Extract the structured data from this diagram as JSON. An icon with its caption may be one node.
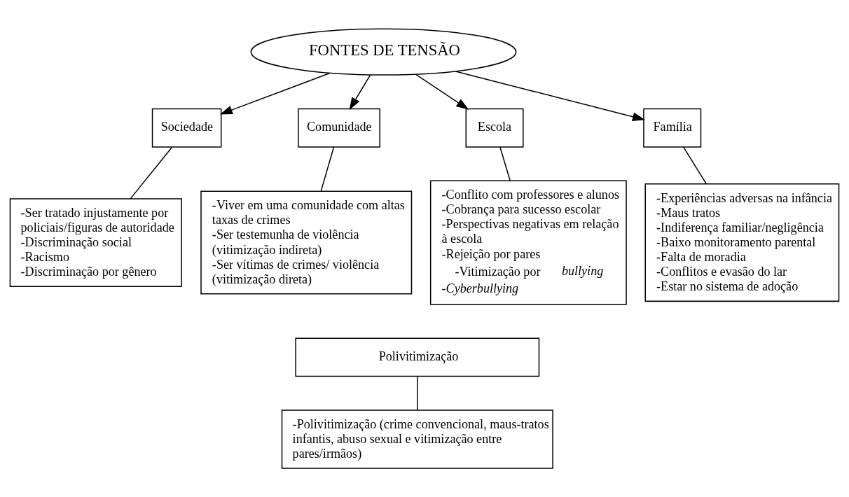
{
  "diagram": {
    "nodes": [
      {
        "text": [
          "FONTES DE TENSÃO"
        ]
      },
      {
        "text": [
          "Sociedade"
        ]
      },
      {
        "text": [
          "Comunidade"
        ]
      },
      {
        "text": [
          "Escola"
        ]
      },
      {
        "text": [
          "Família"
        ]
      },
      {
        "text": [
          "-Ser tratado injustamente por policiais/figuras de autoridade",
          "-Discriminação social",
          "-Racismo",
          "-Discriminação por gênero"
        ]
      },
      {
        "text": [
          "-Viver em uma comunidade com altas taxas de crimes",
          "-Ser testemunha de violência (vitimização indireta)",
          "-Ser vítimas de crimes/ violência (vitimização direta)"
        ]
      },
      {
        "text": [
          "-Conflito com professores e alunos",
          "-Cobrança para sucesso escolar",
          "-Perspectivas negativas em relação à escola",
          "-Rejeição por pares",
          "-Vitimização por *bullying*",
          "-*Cyberbullying*"
        ]
      },
      {
        "text": [
          "-Experiências adversas na infância",
          "-Maus tratos",
          "-Indiferença familiar/negligência",
          "-Baixo monitoramento parental",
          "-Falta de moradia",
          "-Conflitos e evasão do lar",
          "-Estar no sistema de adoção"
        ]
      },
      {
        "text": [
          "Polivitimização"
        ]
      },
      {
        "text": [
          "-Polivitimização (crime convencional, maus-tratos infantis, abuso sexual e vitimização entre pares/irmãos)"
        ]
      }
    ],
    "edges": [
      {
        "from": 0,
        "to": 1,
        "arrow": "to"
      },
      {
        "from": 0,
        "to": 2,
        "arrow": "to"
      },
      {
        "from": 0,
        "to": 3,
        "arrow": "to"
      },
      {
        "from": 0,
        "to": 4,
        "arrow": "to"
      },
      {
        "from": 1,
        "to": 5,
        "arrow": "none"
      },
      {
        "from": 2,
        "to": 6,
        "arrow": "none"
      },
      {
        "from": 3,
        "to": 7,
        "arrow": "none"
      },
      {
        "from": 4,
        "to": 8,
        "arrow": "none"
      },
      {
        "from": 9,
        "to": 10,
        "arrow": "none"
      }
    ]
  }
}
